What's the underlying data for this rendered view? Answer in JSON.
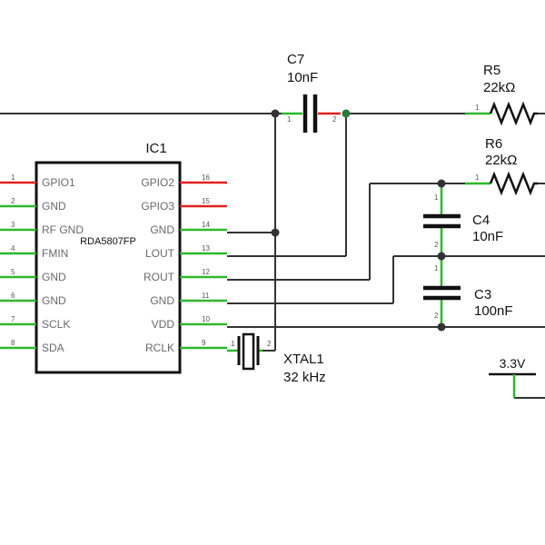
{
  "ic1": {
    "ref": "IC1",
    "part": "RDA5807FP",
    "left_pins": [
      {
        "num": "1",
        "name": "GPIO1"
      },
      {
        "num": "2",
        "name": "GND"
      },
      {
        "num": "3",
        "name": "RF GND"
      },
      {
        "num": "4",
        "name": "FMIN"
      },
      {
        "num": "5",
        "name": "GND"
      },
      {
        "num": "6",
        "name": "GND"
      },
      {
        "num": "7",
        "name": "SCLK"
      },
      {
        "num": "8",
        "name": "SDA"
      }
    ],
    "right_pins": [
      {
        "num": "16",
        "name": "GPIO2"
      },
      {
        "num": "15",
        "name": "GPIO3"
      },
      {
        "num": "14",
        "name": "GND"
      },
      {
        "num": "13",
        "name": "LOUT"
      },
      {
        "num": "12",
        "name": "ROUT"
      },
      {
        "num": "11",
        "name": "GND"
      },
      {
        "num": "10",
        "name": "VDD"
      },
      {
        "num": "9",
        "name": "RCLK"
      }
    ]
  },
  "c7": {
    "ref": "C7",
    "value": "10nF",
    "pin1": "1",
    "pin2": "2"
  },
  "r5": {
    "ref": "R5",
    "value": "22kΩ",
    "pin1": "1"
  },
  "r6": {
    "ref": "R6",
    "value": "22kΩ",
    "pin1": "1"
  },
  "c4": {
    "ref": "C4",
    "value": "10nF",
    "pin1": "1",
    "pin2": "2"
  },
  "c3": {
    "ref": "C3",
    "value": "100nF",
    "pin1": "1",
    "pin2": "2"
  },
  "xtal1": {
    "ref": "XTAL1",
    "value": "32 kHz",
    "pin1": "1",
    "pin2": "2"
  },
  "power": {
    "label": "3.3V"
  },
  "colors": {
    "connected_pin": "#2db82d",
    "unconnected_pin": "#e02020",
    "wire": "#333333",
    "junction": "#333333",
    "junction_green": "#2a7a3a"
  }
}
